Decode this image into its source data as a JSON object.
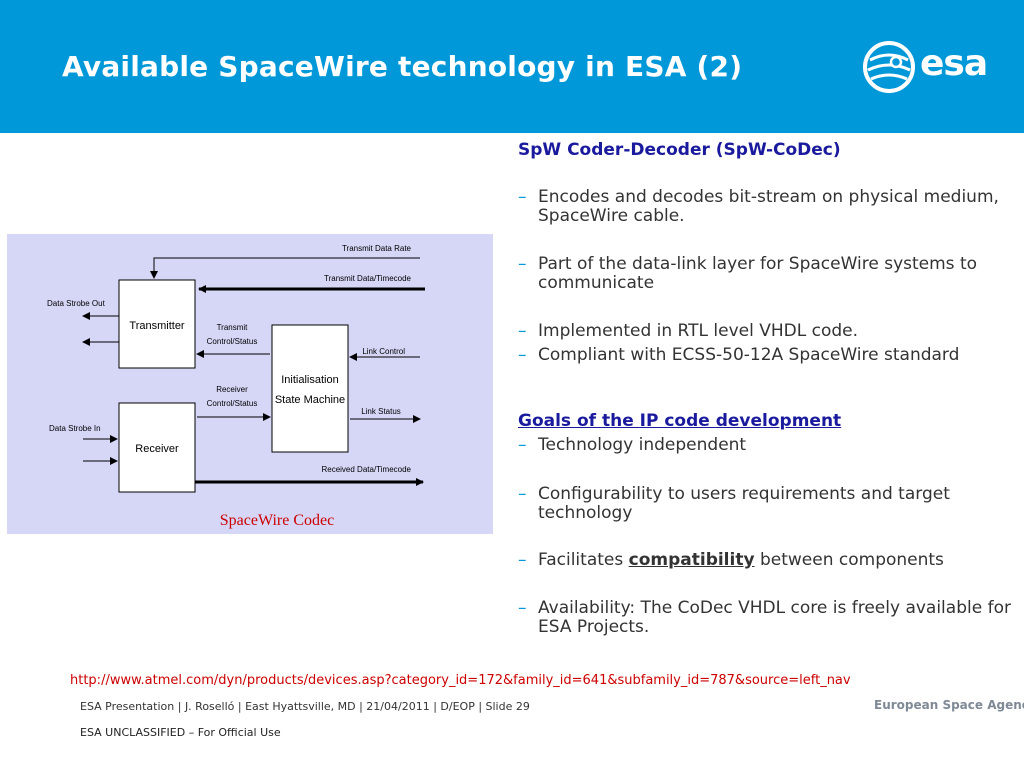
{
  "header": {
    "title": "Available SpaceWire technology in ESA (2)",
    "logo_text": "esa",
    "bg_color": "#0098d8"
  },
  "diagram": {
    "caption": "SpaceWire Codec",
    "blocks": {
      "transmitter": "Transmitter",
      "receiver": "Receiver",
      "init_line1": "Initialisation",
      "init_line2": "State Machine"
    },
    "labels": {
      "transmit_data_rate": "Transmit Data Rate",
      "transmit_data_timecode": "Transmit Data/Timecode",
      "data_strobe_out": "Data Strobe Out",
      "transmit_control_1": "Transmit",
      "transmit_control_2": "Control/Status",
      "link_control": "Link Control",
      "receiver_control_1": "Receiver",
      "receiver_control_2": "Control/Status",
      "link_status": "Link Status",
      "data_strobe_in": "Data Strobe In",
      "received_data_timecode": "Received Data/Timecode"
    }
  },
  "content": {
    "section1_heading": "SpW Coder-Decoder (SpW-CoDec)",
    "bullets1": [
      "Encodes and decodes bit-stream on physical medium, SpaceWire cable.",
      "Part of the data-link layer for SpaceWire systems to communicate",
      "Implemented in RTL level VHDL code.",
      "Compliant with ECSS-50-12A SpaceWire standard"
    ],
    "section2_heading": "Goals of the IP code development",
    "bullets2": [
      "Technology independent",
      "Configurability to users requirements and target technology"
    ],
    "bullet_compat_pre": "Facilitates ",
    "bullet_compat_strong": "compatibility",
    "bullet_compat_post": " between components",
    "bullet_last": "Availability: The CoDec VHDL core is freely available for ESA Projects.",
    "dash": "–"
  },
  "footer": {
    "url": "http://www.atmel.com/dyn/products/devices.asp?category_id=172&family_id=641&subfamily_id=787&source=left_nav",
    "presentation": "ESA Presentation | J. Roselló | East Hyattsville, MD | 21/04/2011 | D/EOP | Slide 29",
    "agency": "European Space Agency",
    "classification": "ESA UNCLASSIFIED – For Official Use"
  }
}
